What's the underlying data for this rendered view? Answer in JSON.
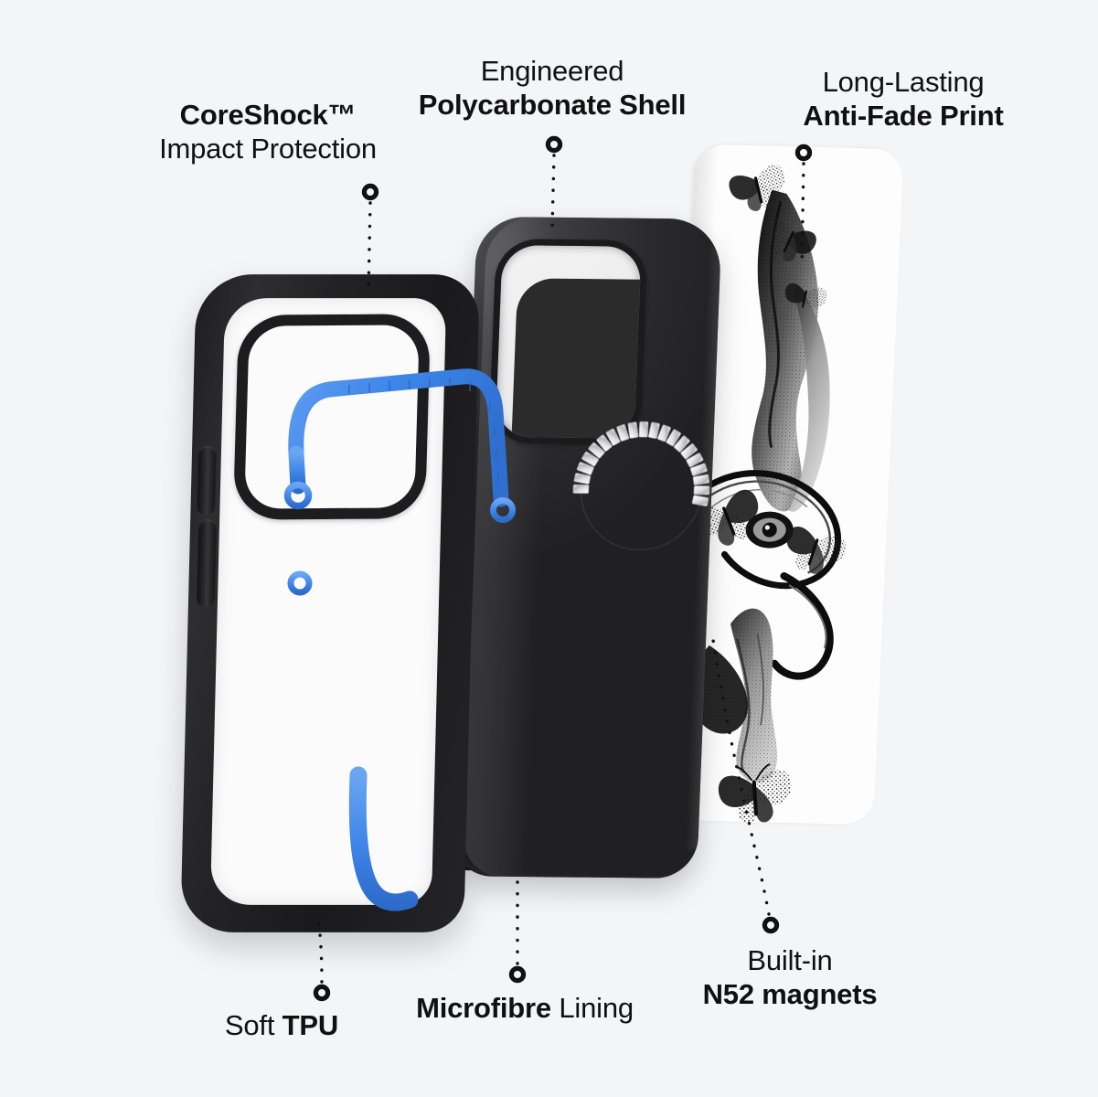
{
  "page": {
    "background_color": "#f4f5f7",
    "text_color": "#101010",
    "accent_blue": "#3d85e8",
    "title": "Phone Case Exploded View Infographic"
  },
  "callouts": [
    {
      "id": "coreshock",
      "name": "coreshock-impact-protection",
      "line1": "CoreShock™",
      "line2": "Impact Protection",
      "line1_weight": "bold",
      "line2_weight": "regular",
      "points_to": "blue-tpu-accent-rail"
    },
    {
      "id": "polycarbonate",
      "name": "engineered-polycarbonate-shell",
      "line1": "Engineered",
      "line2": "Polycarbonate Shell",
      "line1_weight": "regular",
      "line2_weight": "bold",
      "points_to": "black-polycarbonate-shell"
    },
    {
      "id": "antifade",
      "name": "long-lasting-anti-fade-print",
      "line1": "Long-Lasting",
      "line2": "Anti-Fade Print",
      "line1_weight": "regular",
      "line2_weight": "bold",
      "points_to": "printed-artwork-panel"
    },
    {
      "id": "tpu",
      "name": "soft-tpu",
      "line1": "",
      "line2": "Soft TPU",
      "part_regular": "Soft ",
      "part_bold": "TPU",
      "points_to": "tpu-bumper-frame"
    },
    {
      "id": "microfibre",
      "name": "microfibre-lining",
      "line1": "",
      "line2": "Microfibre Lining",
      "part_bold": "Microfibre",
      "part_regular": " Lining",
      "points_to": "microfibre-lining-strip"
    },
    {
      "id": "magnets",
      "name": "built-in-n52-magnets",
      "line1": "Built-in",
      "line2": "N52 magnets",
      "line1_weight": "regular",
      "line2_weight": "bold",
      "points_to": "magsafe-magnet-ring"
    }
  ],
  "components": {
    "tpu_bumper": {
      "label": "Soft TPU bumper frame",
      "color": "#232325",
      "accent_color": "#3d85e8"
    },
    "polycarbonate_shell": {
      "label": "Engineered polycarbonate shell",
      "color": "#232325"
    },
    "microfibre_lining": {
      "label": "Microfibre lining",
      "color": "#141415"
    },
    "magnet_ring": {
      "label": "Built-in N52 magnet ring",
      "segment_count": 36,
      "color": "#e9e9ec"
    },
    "print_panel": {
      "label": "Anti-fade printed artwork panel",
      "background": "#fdfdfd",
      "artwork": "black-and-white butterflies and figure illustration"
    }
  }
}
